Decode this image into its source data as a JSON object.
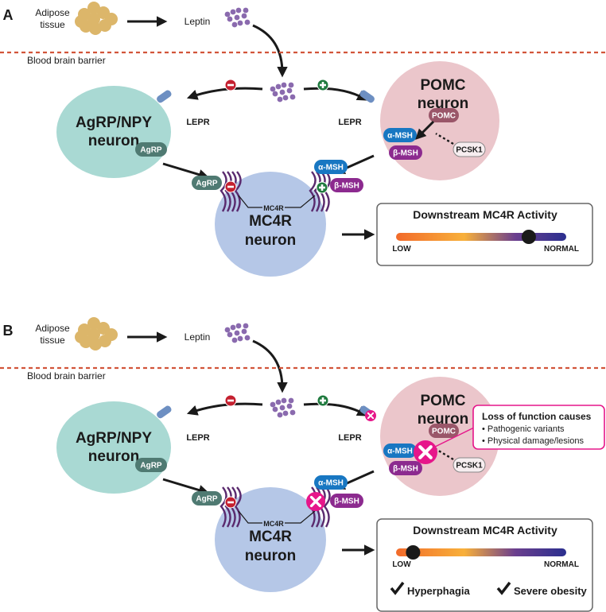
{
  "colors": {
    "adipose": "#dcb66a",
    "leptin": "#8a6aae",
    "barrier": "#d2553a",
    "agrp_neuron": "#a9d9d3",
    "pomc_neuron": "#ebc6cb",
    "mc4r_neuron": "#b5c7e7",
    "agrp_pill": "#4f7a72",
    "pomc_pill": "#9a5669",
    "alpha_msh": "#1877c2",
    "beta_msh": "#8c2a8f",
    "receptor": "#5a2a6e",
    "lepr": "#6d8fc2",
    "inhibit": "#c4202f",
    "activate": "#1f7a3e",
    "loss": "#e6168a",
    "gradient": [
      "#f26a2a",
      "#f8b03a",
      "#6b3f8e",
      "#2b2f8f"
    ]
  },
  "panels": [
    {
      "letter": "A",
      "adipose": [
        "Adipose",
        "tissue"
      ],
      "leptin": "Leptin",
      "barrier": "Blood brain barrier",
      "agrp_neuron": [
        "AgRP/NPY",
        "neuron"
      ],
      "pomc_neuron": [
        "POMC",
        "neuron"
      ],
      "mc4r_neuron": [
        "MC4R",
        "neuron"
      ],
      "lepr_left": "LEPR",
      "lepr_right": "LEPR",
      "agrp_pill": "AgRP",
      "agrp_bound": "AgRP",
      "pomc_pill": "POMC",
      "alpha_msh": "α-MSH",
      "beta_msh": "β-MSH",
      "alpha_bound": "α-MSH",
      "beta_bound": "β-MSH",
      "pcsk1": "PCSK1",
      "mc4r_label": "MC4R",
      "activity": {
        "title": "Downstream MC4R Activity",
        "low": "LOW",
        "normal": "NORMAL",
        "level": 0.78
      },
      "loss_of_function": false
    },
    {
      "letter": "B",
      "adipose": [
        "Adipose",
        "tissue"
      ],
      "leptin": "Leptin",
      "barrier": "Blood brain barrier",
      "agrp_neuron": [
        "AgRP/NPY",
        "neuron"
      ],
      "pomc_neuron": [
        "POMC",
        "neuron"
      ],
      "mc4r_neuron": [
        "MC4R",
        "neuron"
      ],
      "lepr_left": "LEPR",
      "lepr_right": "LEPR",
      "agrp_pill": "AgRP",
      "agrp_bound": "AgRP",
      "pomc_pill": "POMC",
      "alpha_msh": "α-MSH",
      "beta_msh": "β-MSH",
      "alpha_bound": "α-MSH",
      "beta_bound": "β-MSH",
      "pcsk1": "PCSK1",
      "mc4r_label": "MC4R",
      "activity": {
        "title": "Downstream MC4R Activity",
        "low": "LOW",
        "normal": "NORMAL",
        "level": 0.1
      },
      "loss_of_function": true,
      "callout": {
        "title": "Loss of function causes",
        "items": [
          "• Pathogenic variants",
          "• Physical damage/lesions"
        ]
      },
      "outcomes": [
        "Hyperphagia",
        "Severe obesity"
      ]
    }
  ]
}
